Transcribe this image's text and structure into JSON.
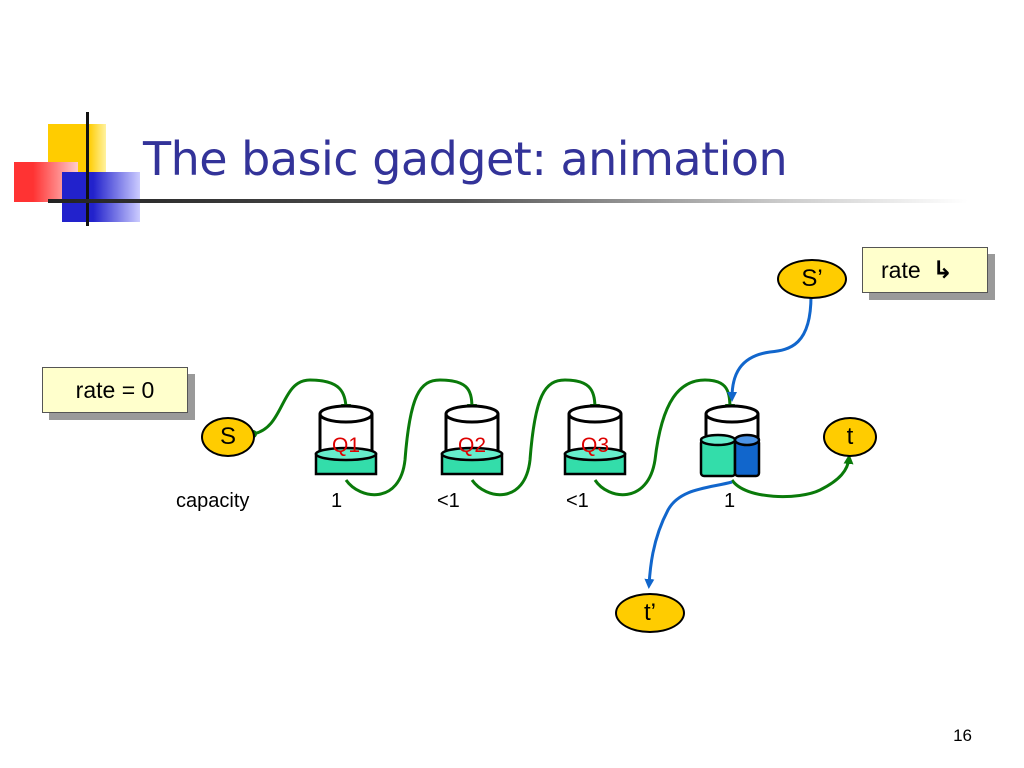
{
  "slide": {
    "title": "The basic gadget: animation",
    "page_number": "16"
  },
  "boxes": {
    "left_label": "rate = 0",
    "right_label": "rate",
    "right_arrow_glyph": "↳"
  },
  "nodes": {
    "s": "S",
    "s_prime": "S’",
    "t": "t",
    "t_prime": "t’"
  },
  "queues": [
    {
      "label": "Q1",
      "capacity": "1"
    },
    {
      "label": "Q2",
      "capacity": "<1"
    },
    {
      "label": "Q3",
      "capacity": "<1"
    },
    {
      "label": "",
      "capacity": "1"
    }
  ],
  "capacity_label": "capacity",
  "colors": {
    "title": "#333399",
    "green_arrow": "#0a7a0a",
    "blue_arrow": "#1166cc",
    "node_fill": "#ffcc00",
    "queue_fill": "#33ddaa",
    "queue_label": "#dd0000",
    "box_fill": "#ffffcc"
  }
}
